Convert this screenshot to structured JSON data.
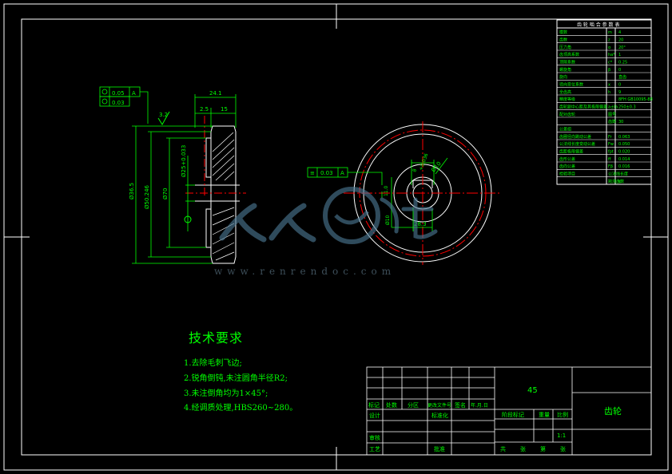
{
  "drawing": {
    "colors": {
      "background": "#000000",
      "outline": "#ffffff",
      "dimension": "#00ff00",
      "centerline": "#ff0000",
      "hatch": "#ffffff",
      "watermark": "#6f8fa3"
    }
  },
  "side_view": {
    "dim_top_total": "24.1",
    "dim_top_a": "2.5",
    "dim_top_b": "15",
    "roughness": "3.2",
    "gdt_runout_value": "0.05",
    "gdt_runout_datum": "A",
    "gdt_flatness_value": "0.03",
    "dim_outer": "Ø36.5",
    "dim_pitch": "Ø50.246",
    "dim_hub": "Ø70",
    "dim_bore": "Ø25+0.033"
  },
  "front_view": {
    "gdt_symmetry_value": "0.03",
    "gdt_symmetry_datum": "A",
    "dim_key_width": "8",
    "dim_key_tol": "+0.036",
    "dim_key_depth": "28.3",
    "dim_bore_small": "Ø10",
    "dim_bore_side": "Ø10",
    "dim_vertical": "11.0"
  },
  "params_table": {
    "title": "齿 轮 啮 合 参 数 表",
    "rows": [
      {
        "label": "模数",
        "symbol": "m",
        "value": "4"
      },
      {
        "label": "齿数",
        "symbol": "z",
        "value": "20"
      },
      {
        "label": "压力角",
        "symbol": "α",
        "value": "20°"
      },
      {
        "label": "齿顶高系数",
        "symbol": "ha*",
        "value": "1"
      },
      {
        "label": "顶隙系数",
        "symbol": "c*",
        "value": "0.25"
      },
      {
        "label": "螺旋角",
        "symbol": "β",
        "value": "0"
      },
      {
        "label": "旋向",
        "symbol": "",
        "value": "直齿"
      },
      {
        "label": "径向变位系数",
        "symbol": "x",
        "value": "0"
      },
      {
        "label": "全齿高",
        "symbol": "h",
        "value": "9"
      },
      {
        "label": "精度等级",
        "symbol": "",
        "value": "8FH GB10095-88"
      },
      {
        "label": "齿轮副中心距及其极限偏差",
        "symbol": "a±fa",
        "value": "250±0.3"
      },
      {
        "label": "配对齿轮",
        "symbol": "图号",
        "value": ""
      },
      {
        "label": "",
        "symbol": "齿数",
        "value": "30"
      },
      {
        "label": "公差组",
        "symbol": "",
        "value": ""
      },
      {
        "label": "齿圈径向跳动公差",
        "symbol": "Fr",
        "value": "0.063"
      },
      {
        "label": "公法线长度变动公差",
        "symbol": "Fw",
        "value": "0.050"
      },
      {
        "label": "齿距极限偏差",
        "symbol": "fpt",
        "value": "0.020"
      },
      {
        "label": "齿形公差",
        "symbol": "ff",
        "value": "0.014"
      },
      {
        "label": "齿向公差",
        "symbol": "Fβ",
        "value": "0.016"
      },
      {
        "label": "检验项目",
        "symbol": "公法线长度",
        "value": ""
      },
      {
        "label": "",
        "symbol": "跨测齿数",
        "value": "k"
      }
    ]
  },
  "tech_requirements": {
    "title": "技术要求",
    "items": [
      "1.去除毛刺飞边;",
      "2.锐角倒钝,未注圆角半径R2;",
      "3.未注倒角均为1×45°;",
      "4.经调质处理,HBS260~280。"
    ]
  },
  "title_block": {
    "material": "45",
    "part_name": "齿轮",
    "scale": "1:1",
    "col_headers": [
      "标记",
      "处数",
      "分区",
      "更改文件号",
      "签名",
      "年.月.日"
    ],
    "row_design": "设计",
    "row_standard": "标准化",
    "row_review": "审核",
    "row_process": "工艺",
    "row_approve": "批准",
    "stage_label": "阶段标记",
    "weight_label": "重量",
    "ratio_label": "比例",
    "sheet_text": [
      "共",
      "张",
      "第",
      "张"
    ]
  },
  "watermark": {
    "brand": "人人文库",
    "url": "www.renrendoc.com"
  }
}
